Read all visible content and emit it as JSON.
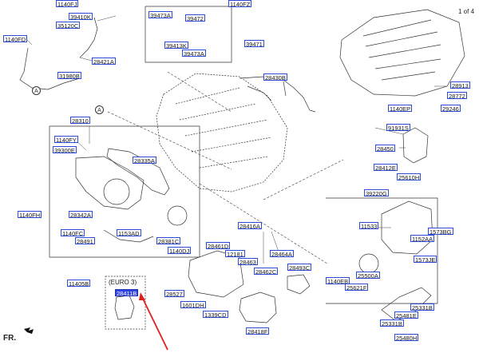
{
  "page_indicator": "1 of 4",
  "euro_note": "(EURO 3)",
  "fr_label": "FR.",
  "callout_letter": "A",
  "colors": {
    "label_border": "#2b4bd8",
    "highlight": "#2f44e0",
    "arrow": "#e02020",
    "line": "#333333"
  },
  "part_labels": [
    "1140FJ",
    "39410K",
    "35120C",
    "1140FD",
    "28421A",
    "31980B",
    "39473A",
    "39472",
    "1140FZ",
    "39413K",
    "39473A",
    "39471",
    "28430B",
    "28310",
    "1140FY",
    "39300E",
    "28335A",
    "1140FH",
    "28342A",
    "1140FC",
    "28491",
    "1153AD",
    "28381C",
    "1140DJ",
    "11405B",
    "28411B",
    "28416A",
    "28461D",
    "12181",
    "28463",
    "28464A",
    "28462C",
    "28493C",
    "28527",
    "1601DH",
    "1339CD",
    "28418F",
    "28913",
    "28772",
    "1140EP",
    "29246",
    "91931S",
    "28450",
    "28412E",
    "25610H",
    "39220G",
    "11533",
    "1573BG",
    "1152AA",
    "1573JE",
    "25500A",
    "1140EB",
    "25621F",
    "25331B",
    "25481E",
    "25331B",
    "25480H"
  ],
  "highlighted_label": "28411B"
}
